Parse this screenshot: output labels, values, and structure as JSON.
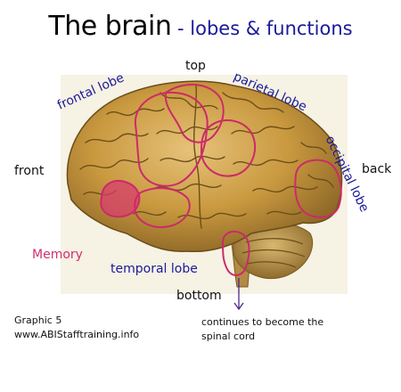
{
  "title": {
    "main": "The brain",
    "sub": " - lobes & functions"
  },
  "directions": {
    "top": "top",
    "front": "front",
    "back": "back",
    "bottom": "bottom"
  },
  "lobes": {
    "frontal": "frontal lobe",
    "parietal": "parietal lobe",
    "occipital": "occipital lobe",
    "temporal": "temporal lobe"
  },
  "memory_label": "Memory",
  "footer": {
    "graphic": "Graphic 5",
    "site": "www.ABIStafftraining.info",
    "note_line1": "continues to become the",
    "note_line2": "spinal cord"
  },
  "colors": {
    "outline": "#cc2a6a",
    "memory_fill": "#d83a6e",
    "label_blue": "#1a1a9a",
    "brain_light": "#d9b46a",
    "brain_dark": "#8a6426",
    "photo_bg": "#f6f2e4"
  }
}
